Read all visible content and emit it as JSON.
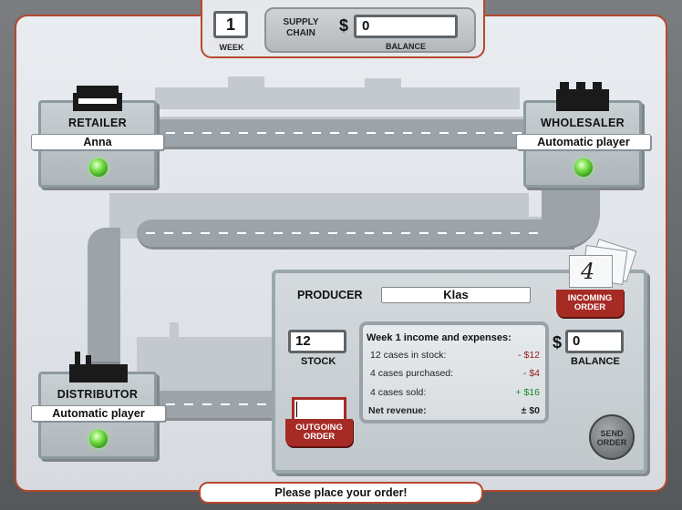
{
  "header": {
    "week_value": "1",
    "week_label": "WEEK",
    "supply_chain_label": "SUPPLY CHAIN",
    "currency": "$",
    "balance_value": "0",
    "balance_label": "BALANCE"
  },
  "players": {
    "retailer": {
      "title": "RETAILER",
      "name": "Anna"
    },
    "wholesaler": {
      "title": "WHOLESALER",
      "name": "Automatic player"
    },
    "distributor": {
      "title": "DISTRIBUTOR",
      "name": "Automatic player"
    }
  },
  "producer": {
    "title": "PRODUCER",
    "name": "Klas",
    "stock_value": "12",
    "stock_label": "STOCK",
    "currency": "$",
    "balance_value": "0",
    "balance_label": "BALANCE",
    "incoming_order_label": "INCOMING ORDER",
    "incoming_order_value": "4",
    "outgoing_order_label": "OUTGOING ORDER",
    "outgoing_order_value": "",
    "send_button_label": "SEND ORDER",
    "ledger": {
      "title": "Week 1 income and expenses:",
      "rows": [
        {
          "label": "12 cases in stock:",
          "amount": "- $12"
        },
        {
          "label": "4 cases purchased:",
          "amount": "- $4"
        },
        {
          "label": "4 cases sold:",
          "amount": "+ $16"
        }
      ],
      "net_label": "Net revenue:",
      "net_amount": "± $0"
    }
  },
  "status": {
    "message": "Please place your order!"
  },
  "colors": {
    "accent": "#b5492f",
    "order_tag": "#a62b25",
    "led": "#7be34a",
    "negative": "#9b1b1b",
    "positive": "#1a8a2a"
  }
}
